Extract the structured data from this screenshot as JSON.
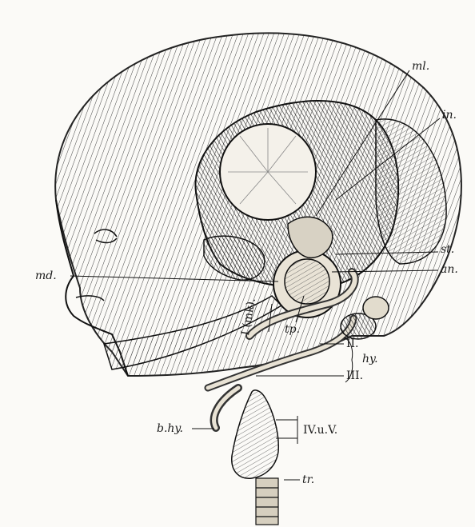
{
  "figure": {
    "labels": {
      "ml": "ml.",
      "in": "in.",
      "st": "st.",
      "an": "an.",
      "md": "md.",
      "tp": "tp.",
      "mk": "I (mk).",
      "ii": "II.",
      "iii": "III.",
      "hy": "hy.",
      "bhy": "b.hy.",
      "ivv": "IV.u.V.",
      "tr": "tr."
    }
  }
}
